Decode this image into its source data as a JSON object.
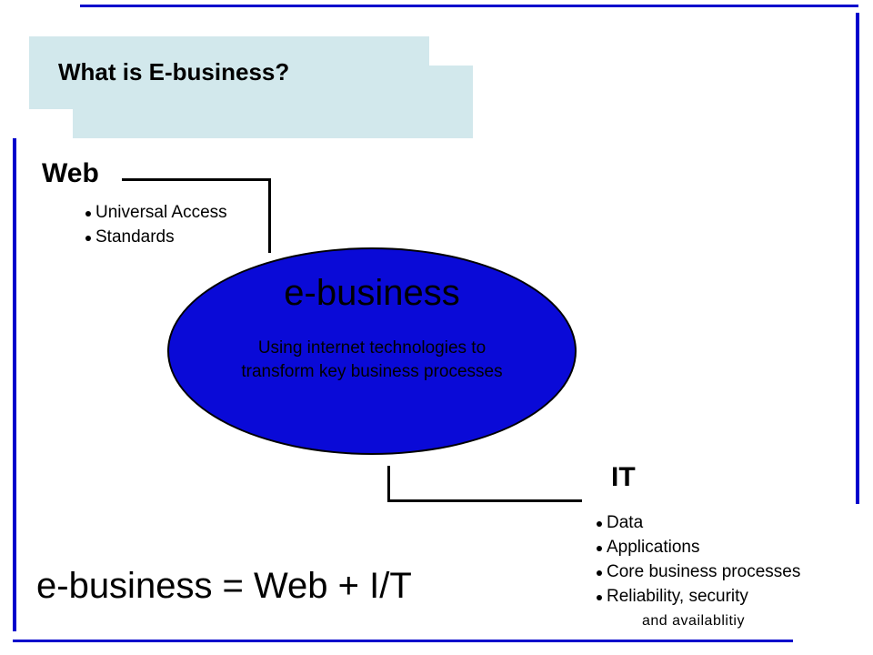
{
  "slide": {
    "title": "What is E-business?",
    "web": {
      "heading": "Web",
      "bullets": [
        "Universal Access",
        "Standards"
      ]
    },
    "center": {
      "title": "e-business",
      "description_line1": "Using internet technologies to",
      "description_line2": "transform key business processes"
    },
    "it": {
      "heading": "IT",
      "bullets": [
        "Data",
        "Applications",
        "Core business processes",
        "Reliability, security"
      ],
      "bullet_continuation": "and availablitiy"
    },
    "equation": "e-business = Web + I/T"
  },
  "colors": {
    "frame_blue": "#0000cc",
    "ellipse_blue": "#0a0ad7",
    "title_box": "#d2e8ec"
  }
}
